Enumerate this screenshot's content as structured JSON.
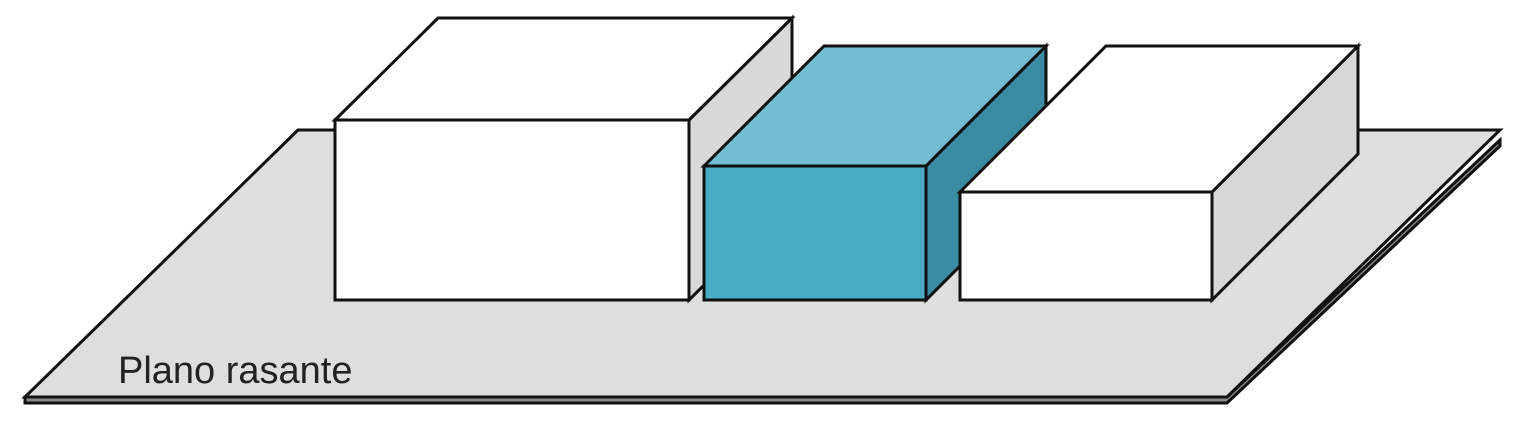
{
  "diagram": {
    "label": "Plano rasante",
    "colors": {
      "outline": "#111111",
      "plane_top": "#dedede",
      "plane_edge": "#8a8a8a",
      "box_front": "#ffffff",
      "box_top": "#ffffff",
      "box_side": "#d8d8d8",
      "highlight_front": "#4aabc5",
      "highlight_top": "#72bdd0",
      "highlight_side": "#3b8ca2"
    },
    "blocks": [
      {
        "name": "left-block",
        "highlighted": false
      },
      {
        "name": "middle-block",
        "highlighted": true
      },
      {
        "name": "right-block",
        "highlighted": false
      }
    ]
  }
}
